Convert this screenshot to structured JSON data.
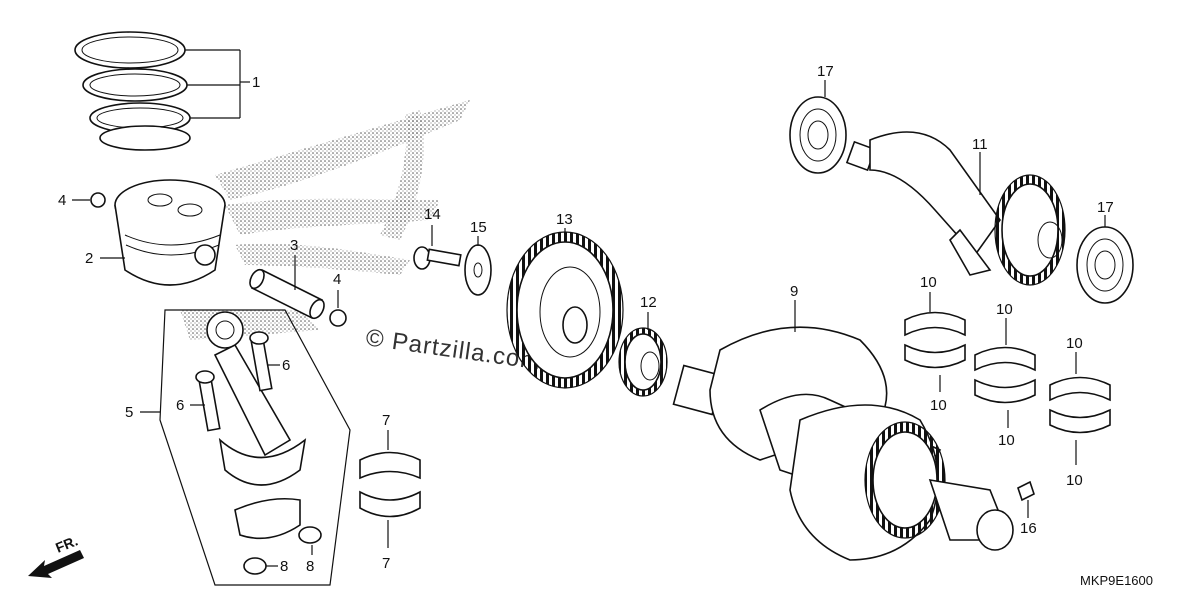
{
  "diagram_code": "MKP9E1600",
  "watermark": "© Partzilla.com",
  "direction_label": "FR.",
  "callouts": {
    "c1": "1",
    "c2": "2",
    "c3": "3",
    "c4a": "4",
    "c4b": "4",
    "c5": "5",
    "c6a": "6",
    "c6b": "6",
    "c7a": "7",
    "c7b": "7",
    "c8a": "8",
    "c8b": "8",
    "c9": "9",
    "c10a": "10",
    "c10b": "10",
    "c10c": "10",
    "c10d": "10",
    "c10e": "10",
    "c10f": "10",
    "c11": "11",
    "c12": "12",
    "c13": "13",
    "c14": "14",
    "c15": "15",
    "c16": "16",
    "c17a": "17",
    "c17b": "17"
  }
}
